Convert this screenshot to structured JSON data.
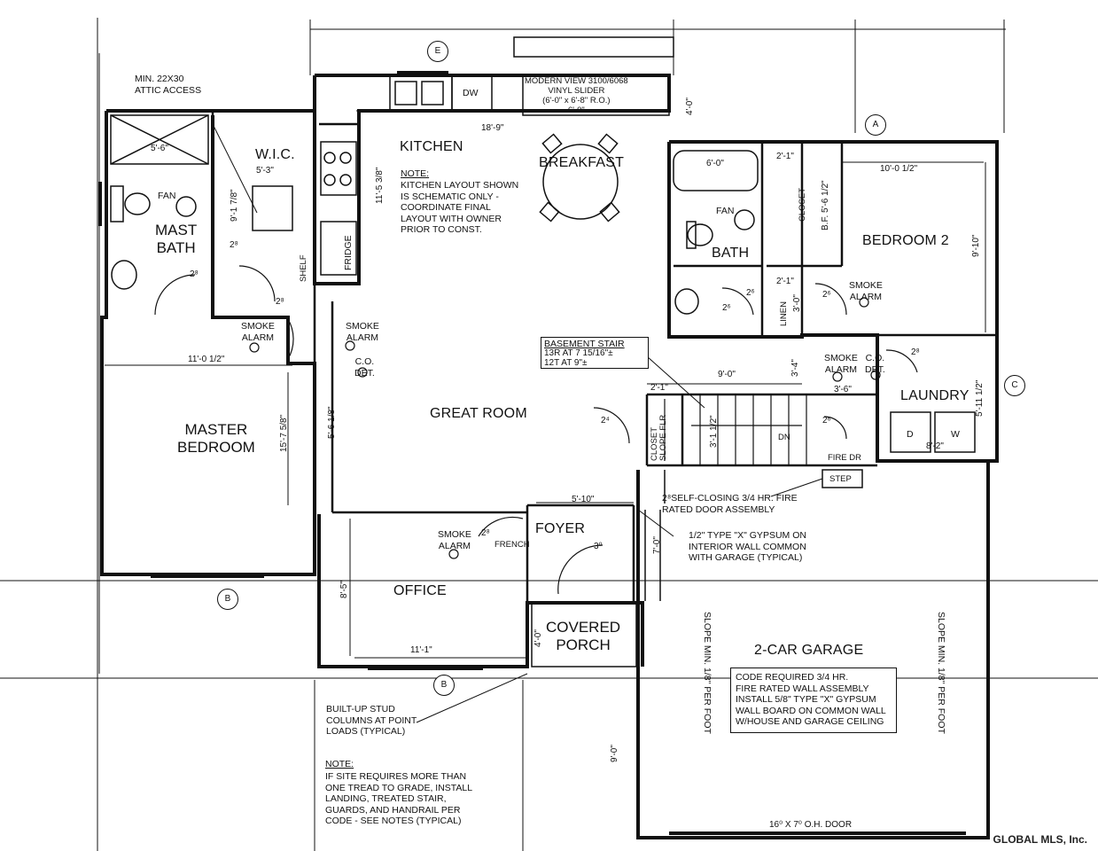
{
  "rooms": {
    "kitchen": "KITCHEN",
    "breakfast": "BREAKFAST",
    "mast_bath_line1": "MAST",
    "mast_bath_line2": "BATH",
    "wic": "W.I.C.",
    "bath": "BATH",
    "bedroom2": "BEDROOM 2",
    "great_room": "GREAT ROOM",
    "master_bedroom_line1": "MASTER",
    "master_bedroom_line2": "BEDROOM",
    "laundry": "LAUNDRY",
    "foyer": "FOYER",
    "office": "OFFICE",
    "covered_porch_line1": "COVERED",
    "covered_porch_line2": "PORCH",
    "garage": "2-CAR GARAGE"
  },
  "fixtures": {
    "dw": "DW",
    "fridge": "FRIDGE",
    "shelf": "SHELF",
    "fan1": "FAN",
    "fan2": "FAN",
    "closet_bf": "CLOSET",
    "linen": "LINEN",
    "closet_slope_line1": "CLOSET",
    "closet_slope_line2": "SLOPE FLR",
    "washer": "W",
    "dryer": "D",
    "dn": "DN",
    "fire_dr": "FIRE DR",
    "step": "STEP",
    "french": "FRENCH"
  },
  "alarms": {
    "smoke_1": "SMOKE\nALARM",
    "smoke_2": "SMOKE\nALARM",
    "smoke_3": "SMOKE\nALARM",
    "smoke_4": "SMOKE\nALARM",
    "smoke_5": "SMOKE\nALARM",
    "co_1": "C.O.\nDET.",
    "co_2": "C.O.\nDET."
  },
  "dimensions": {
    "d_5_6": "5'-6\"",
    "d_5_3": "5'-3\"",
    "d_9_1_7_8": "9'-1 7/8\"",
    "d_18_9": "18'-9\"",
    "d_11_5_3_8": "11'-5 3/8\"",
    "d_4_0_top": "4'-0\"",
    "d_6_0": "6'-0\"",
    "d_2_1_top": "2'-1\"",
    "d_10_0_1_2": "10'-0 1/2\"",
    "d_bf_5_6_1_2": "B.F. 5'-6 1/2\"",
    "d_9_10": "9'-10\"",
    "d_2_1_mid": "2'-1\"",
    "d_3_0": "3'-0\"",
    "d_11_0_1_2": "11'-0 1/2\"",
    "d_15_7_5_8": "15'-7 5/8\"",
    "d_5_6_1_8": "5'-6 1/8\"",
    "d_9_0": "9'-0\"",
    "d_3_4": "3'-4\"",
    "d_3_6": "3'-6\"",
    "d_2_1_stair": "2'-1\"",
    "d_3_1_1_2": "3'-1 1/2\"",
    "d_5_11_1_2": "5'-11 1/2\"",
    "d_8_2": "8'-2\"",
    "d_5_10": "5'-10\"",
    "d_7_0": "7'-0\"",
    "d_8_5": "8'-5\"",
    "d_11_1": "11'-1\"",
    "d_4_0_porch": "4'-0\"",
    "d_9_0_garage": "9'-0\"",
    "d_door_28_a": "2⁸",
    "d_door_28_b": "2⁸",
    "d_door_28_c": "2⁸",
    "d_door_26_a": "2⁶",
    "d_door_26_b": "2⁶",
    "d_door_26_c": "2⁶",
    "d_door_26_d": "2⁶",
    "d_door_24": "2⁴",
    "d_door_30": "3⁰",
    "d_door_28_d": "2⁸",
    "d_door_28_e": "2⁸",
    "d_garage_door": "16⁰ X 7⁰ O.H. DOOR"
  },
  "notes": {
    "attic": "MIN. 22X30\nATTIC ACCESS",
    "slider": "MODERN VIEW 3100/6068\nVINYL SLIDER\n(6'-0\" x 6'-8\" R.O.)\n6'-0\"",
    "kitchen_note_title": "NOTE:",
    "kitchen_note_body": "KITCHEN LAYOUT SHOWN\nIS SCHEMATIC ONLY -\nCOORDINATE FINAL\nLAYOUT WITH OWNER\nPRIOR TO CONST.",
    "basement_stair_title": "BASEMENT STAIR",
    "basement_stair_body": "13R AT 7 15/16\"±\n12T AT 9\"±",
    "self_closing": "2⁸SELF-CLOSING 3/4 HR. FIRE\nRATED DOOR ASSEMBLY",
    "gypsum": "1/2\" TYPE \"X\" GYPSUM ON\nINTERIOR WALL COMMON\nWITH GARAGE (TYPICAL)",
    "code_box": "CODE REQUIRED 3/4 HR.\nFIRE RATED WALL ASSEMBLY\nINSTALL 5/8\" TYPE \"X\" GYPSUM\nWALL BOARD ON COMMON WALL\nW/HOUSE AND GARAGE CEILING",
    "slope_left": "SLOPE MIN. 1/8\" PER FOOT",
    "slope_right": "SLOPE MIN. 1/8\" PER FOOT",
    "stud_columns": "BUILT-UP STUD\nCOLUMNS AT POINT\nLOADS (TYPICAL)",
    "site_note_title": "NOTE:",
    "site_note_body": "IF SITE REQUIRES MORE THAN\nONE TREAD TO GRADE, INSTALL\nLANDING, TREATED STAIR,\nGUARDS, AND HANDRAIL PER\nCODE - SEE NOTES (TYPICAL)"
  },
  "markers": {
    "e": "E",
    "a": "A",
    "b_left": "B",
    "b_mid": "B",
    "c": "C"
  },
  "watermark": "GLOBAL MLS, Inc."
}
